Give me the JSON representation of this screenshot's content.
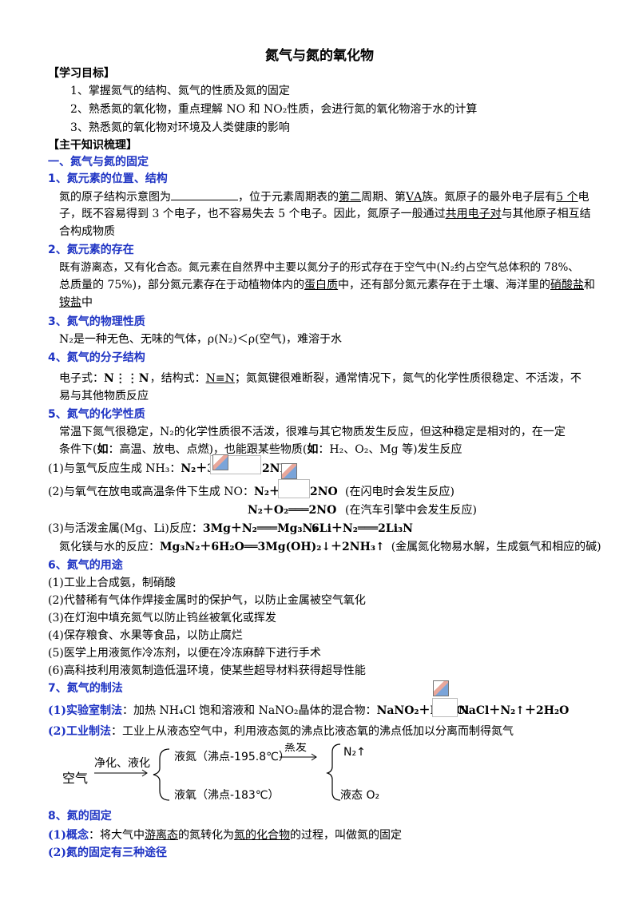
{
  "title": "氮气与氮的氧化物",
  "goals": {
    "header": "【学习目标】",
    "items": [
      "1、掌握氮气的结构、氮气的性质及氮的固定",
      "2、熟悉氮的氧化物，重点理解 NO 和 NO₂性质，会进行氮的氧化物溶于水的计算",
      "3、熟悉氮的氧化物对环境及人类健康的影响"
    ]
  },
  "knowledge_header": "【主干知识梳理】",
  "part1": "一、氮气与氮的固定",
  "s1": {
    "h": "1、氮元素的位置、结构",
    "l1_a": "氮的原子结构示意图为",
    "l1_b": "，位于元素周期表的",
    "l1_c": "第二",
    "l1_d": "周期、第",
    "l1_e": "ⅤA",
    "l1_f": "族。氮原子的最外电子层有",
    "l1_g": "5 个",
    "l1_h": "电",
    "l2": "子，既不容易得到 3 个电子，也不容易失去 5 个电子。因此，氮原子一般通过",
    "l2_u": "共用电子对",
    "l2_b": "与其他原子相互结",
    "l3": "合构成物质"
  },
  "s2": {
    "h": "2、氮元素的存在",
    "l1": "既有游离态，又有化合态。氮元素在自然界中主要以氮分子的形式存在于空气中(N₂约占空气总体积的 78%、",
    "l2_a": "总质量的 75%)，部分氮元素存在于动植物体内的",
    "l2_u": "蛋白质",
    "l2_b": "中，还有部分氮元素存在于土壤、海洋里的",
    "l2_u2": "硝酸盐",
    "l2_c": "和",
    "l3_u": "铵盐",
    "l3": "中"
  },
  "s3": {
    "h": "3、氮气的物理性质",
    "l1": "N₂是一种无色、无味的气体，ρ(N₂)＜ρ(空气)，难溶于水"
  },
  "s4": {
    "h": "4、氮气的分子结构",
    "l1_a": "电子式：",
    "l1_dots": "N⋮⋮N",
    "l1_b": "，结构式：",
    "l1_u": "N≡N",
    "l1_c": "；氮氮键很难断裂，通常情况下，氮气的化学性质很稳定、不活泼，不",
    "l2": "易与其他物质反应"
  },
  "s5": {
    "h": "5、氮气的化学性质",
    "l1": "常温下氮气很稳定，N₂的化学性质很不活泼，很难与其它物质发生反应，但这种稳定是相对的，在一定",
    "l2_a": "条件下(",
    "l2_b": "如",
    "l2_c": "：高温、放电、点燃)，也能跟某些物质(",
    "l2_d": "如",
    "l2_e": "：H₂、O₂、Mg 等)发生反应",
    "r1_a": "(1)与氢气反应生成 NH₃：",
    "r1_b": "N₂＋3H₂",
    "r1_c": "2NH₃",
    "r2_a": "(2)与氧气在放电或高温条件下生成 NO：",
    "r2_b": "N₂＋O₂",
    "r2_c": "2NO",
    "r2_d": "(在闪电时会发生反应)",
    "r2_e": "N₂＋O₂═══2NO",
    "r2_f": "(在汽车引擎中会发生反应)",
    "r3_a": "(3)与活泼金属(Mg、Li)反应：",
    "r3_b": "3Mg＋N₂═══Mg₃N₂",
    "r3_c": "6Li＋N₂═══2Li₃N",
    "r4_a": "氮化镁与水的反应：",
    "r4_b": "Mg₃N₂＋6H₂O══3Mg(OH)₂↓＋2NH₃↑",
    "r4_c": "(金属氮化物易水解，生成氨气和相应的碱)"
  },
  "s6": {
    "h": "6、氮气的用途",
    "items": [
      "(1)工业上合成氨，制硝酸",
      "(2)代替稀有气体作焊接金属时的保护气，以防止金属被空气氧化",
      "(3)在灯泡中填充氮气以防止钨丝被氧化或挥发",
      "(4)保存粮食、水果等食品，以防止腐烂",
      "(5)医学上用液氮作冷冻剂，以便在冷冻麻醉下进行手术",
      "(6)高科技利用液氮制造低温环境，使某些超导材料获得超导性能"
    ]
  },
  "s7": {
    "h": "7、氮气的制法",
    "lab_h": "(1)实验室制法",
    "lab_a": "：加热 NH₄Cl 饱和溶液和 NaNO₂晶体的混合物：",
    "lab_b": "NaNO₂＋NH₄Cl",
    "lab_c": "NaCl＋N₂↑＋2H₂O",
    "ind_h": "(2)工业制法",
    "ind_a": "：工业上从液态空气中，利用液态氮的沸点比液态氧的沸点低加以分离而制得氮气"
  },
  "diagram": {
    "air": "空气",
    "step1": "净化、液化",
    "liquid_n2": "液氮（沸点-195.8℃）",
    "liquid_o2": "液氧（沸点-183℃）",
    "step2": "蒸发",
    "out_n2": "N₂↑",
    "out_o2": "液态  O₂"
  },
  "s8": {
    "h": "8、氮的固定",
    "c_h": "(1)概念",
    "c_a": "：将大气中",
    "c_u1": "游离态",
    "c_b": "的氮转化为",
    "c_u2": "氮的化合物",
    "c_c": "的过程，叫做氮的固定",
    "ways": "(2)氮的固定有三种途径"
  }
}
